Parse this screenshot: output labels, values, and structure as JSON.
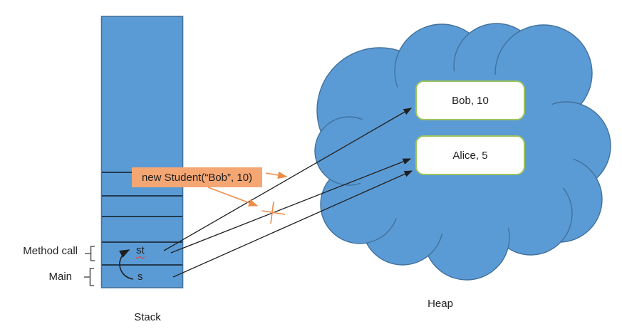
{
  "diagram": {
    "stack_label": "Stack",
    "heap_label": "Heap",
    "frame_labels": [
      {
        "label": "Method call"
      },
      {
        "label": "Main"
      }
    ],
    "variables": [
      {
        "name": "st"
      },
      {
        "name": "s"
      }
    ],
    "annotation": "new Student(“Bob”, 10)",
    "heap_objects": [
      {
        "label": "Bob, 10"
      },
      {
        "label": "Alice, 5"
      }
    ]
  },
  "colors": {
    "shape_fill": "#5B9BD5",
    "shape_border": "#41719C",
    "annotation_fill": "#F4A673",
    "orange_accent": "#EE8C4A",
    "heap_box_border": "#9CC35C",
    "heap_box_fill": "#FFFFFF",
    "arrow_black": "#1F1F1F",
    "bracket_gray": "#595959",
    "spellcheck_red": "#E03B2F",
    "text": "#1F1F1F"
  }
}
